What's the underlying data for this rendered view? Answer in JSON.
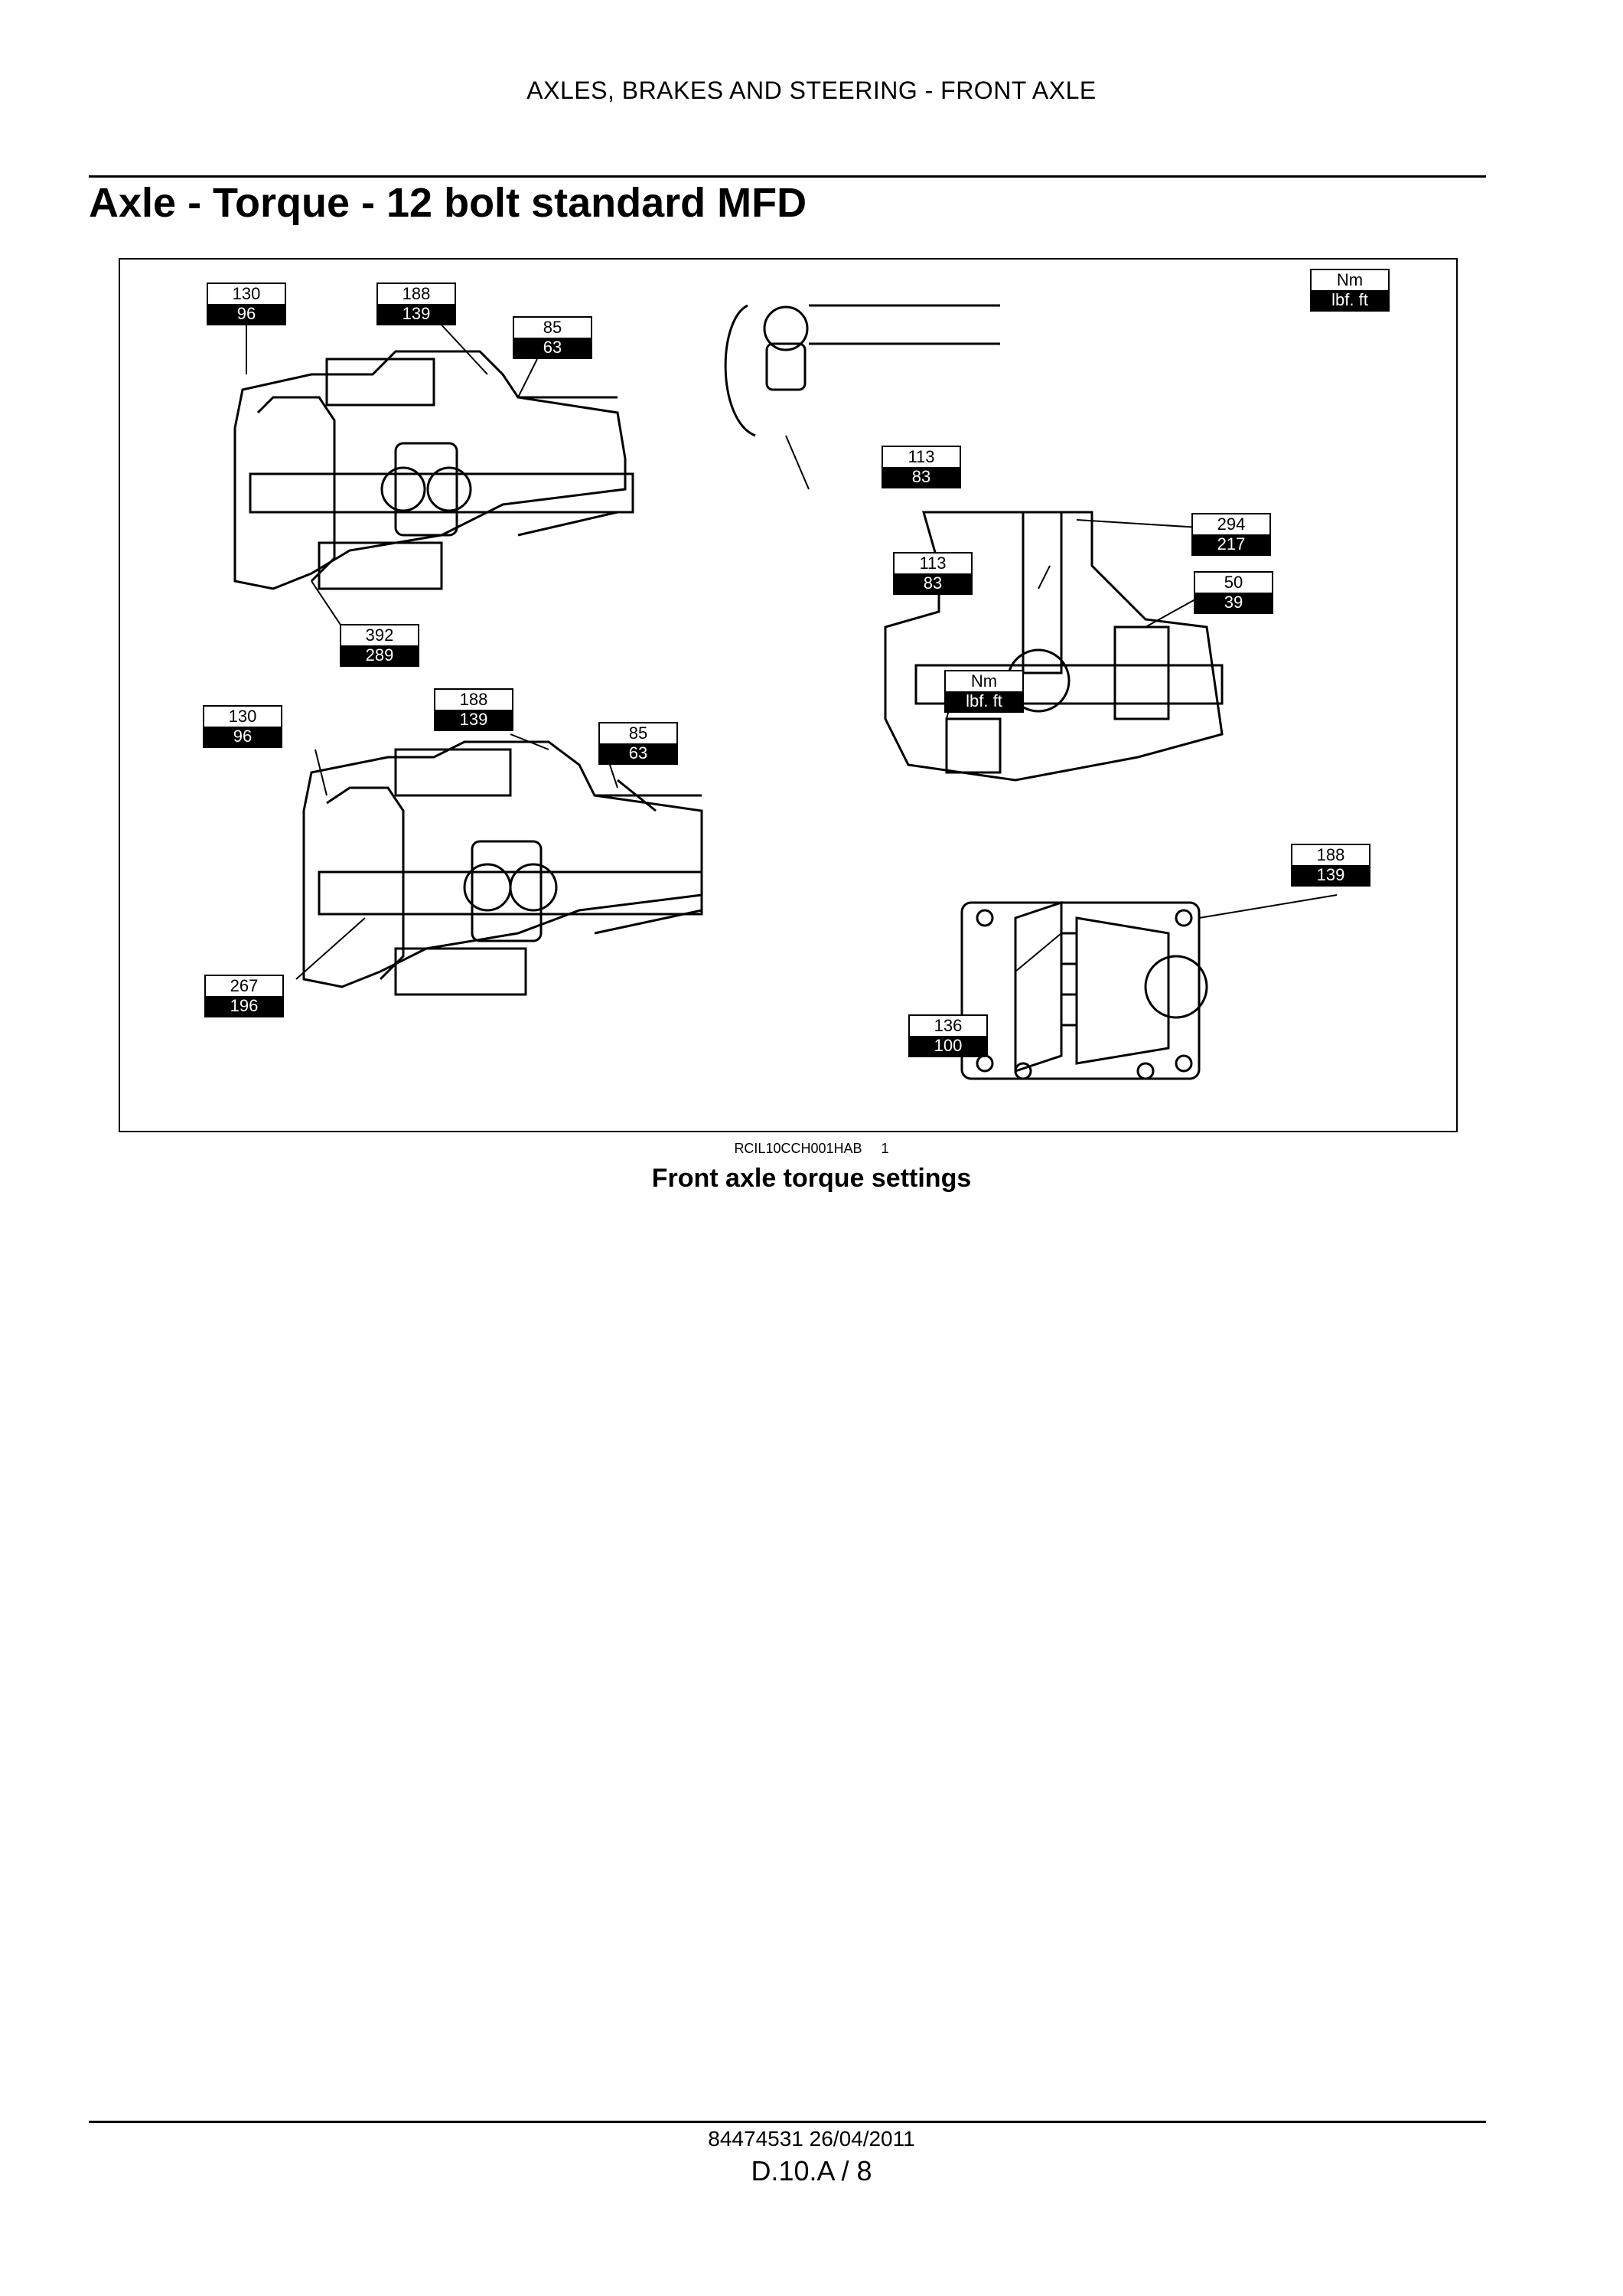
{
  "header": {
    "section": "AXLES, BRAKES AND STEERING - FRONT AXLE"
  },
  "title": "Axle - Torque - 12 bolt standard MFD",
  "figure": {
    "legend": {
      "nm": "Nm",
      "lbf": "lbf. ft"
    },
    "callouts": [
      {
        "id": "c1",
        "nm": "130",
        "lbf": "96"
      },
      {
        "id": "c2",
        "nm": "188",
        "lbf": "139"
      },
      {
        "id": "c3",
        "nm": "85",
        "lbf": "63"
      },
      {
        "id": "c4",
        "nm": "392",
        "lbf": "289"
      },
      {
        "id": "c5",
        "nm": "130",
        "lbf": "96"
      },
      {
        "id": "c6",
        "nm": "188",
        "lbf": "139"
      },
      {
        "id": "c7",
        "nm": "85",
        "lbf": "63"
      },
      {
        "id": "c8",
        "nm": "267",
        "lbf": "196"
      },
      {
        "id": "c9",
        "nm": "113",
        "lbf": "83"
      },
      {
        "id": "c10",
        "nm": "294",
        "lbf": "217"
      },
      {
        "id": "c11",
        "nm": "113",
        "lbf": "83"
      },
      {
        "id": "c12",
        "nm": "50",
        "lbf": "39"
      },
      {
        "id": "c13",
        "nm": "Nm",
        "lbf": "lbf. ft"
      },
      {
        "id": "c14",
        "nm": "188",
        "lbf": "139"
      },
      {
        "id": "c15",
        "nm": "136",
        "lbf": "100"
      }
    ]
  },
  "caption": {
    "ref": "RCIL10CCH001HAB",
    "number": "1",
    "title": "Front axle torque settings"
  },
  "footer": {
    "doc": "84474531 26/04/2011",
    "page": "D.10.A / 8"
  }
}
